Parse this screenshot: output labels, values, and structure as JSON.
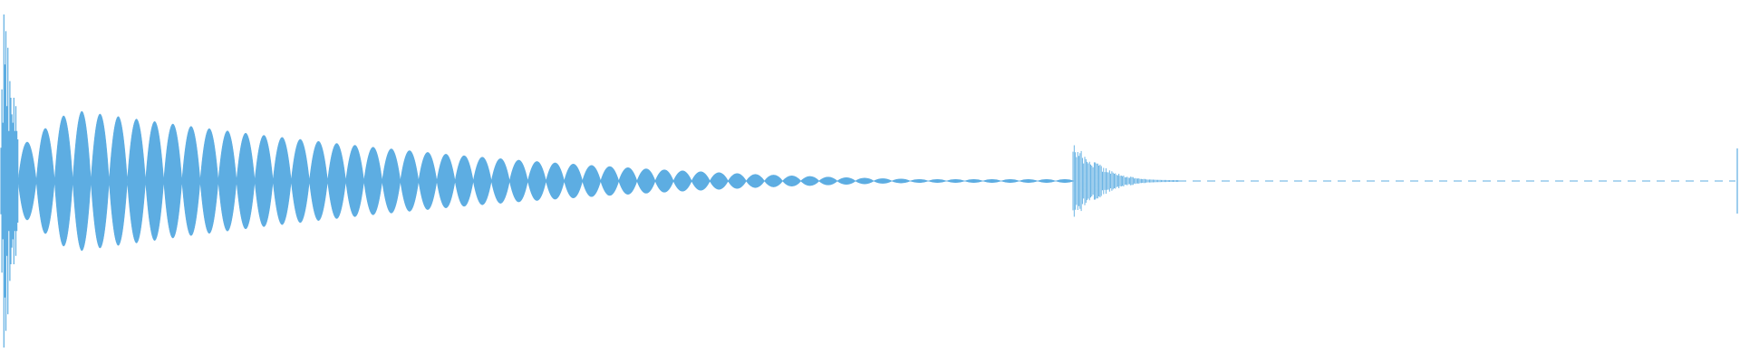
{
  "waveform": {
    "color": "#5dade2",
    "background": "#ffffff",
    "events": [
      {
        "name": "initial-transient",
        "amplitude": 0.92
      },
      {
        "name": "decaying-oscillation",
        "peak_amplitude": 0.43,
        "cycles": 58
      },
      {
        "name": "secondary-transient",
        "amplitude": 0.21
      },
      {
        "name": "end-marker",
        "amplitude": 0.09
      }
    ]
  }
}
